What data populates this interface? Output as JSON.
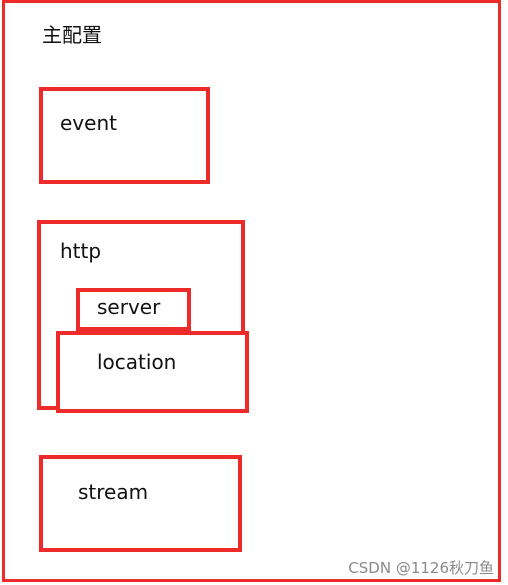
{
  "diagram": {
    "main_config_label": "主配置",
    "event_label": "event",
    "http_label": "http",
    "server_label": "server",
    "location_label": "location",
    "stream_label": "stream",
    "border_color": "#ee2b2b"
  },
  "watermark": "CSDN @1126秋刀鱼"
}
